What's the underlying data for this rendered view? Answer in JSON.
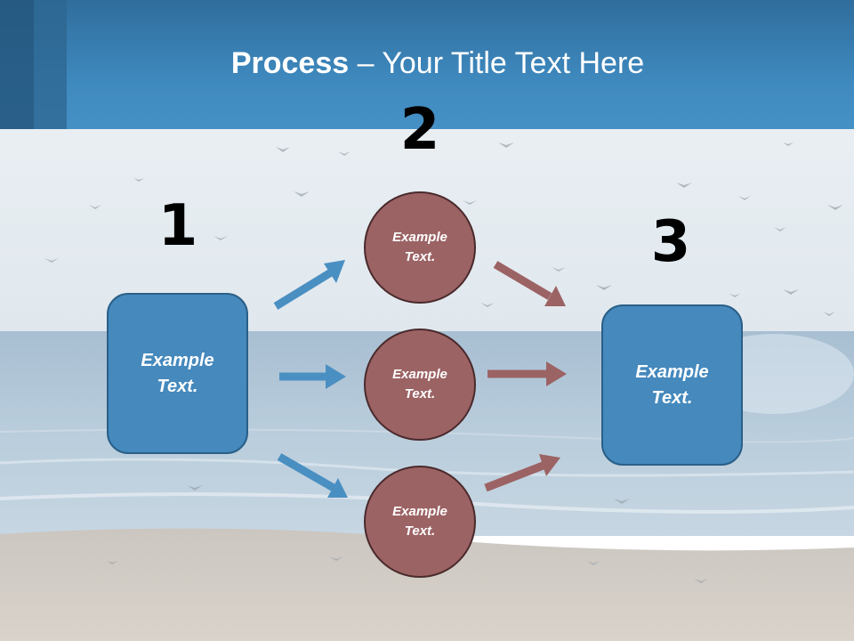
{
  "title": {
    "bold": "Process",
    "rest": " – Your Title Text Here"
  },
  "steps": [
    {
      "number": "1",
      "label": "Example Text."
    },
    {
      "number": "2",
      "items": [
        "Example Text.",
        "Example Text.",
        "Example Text."
      ]
    },
    {
      "number": "3",
      "label": "Example Text."
    }
  ],
  "colors": {
    "header": "#3e88bd",
    "box": "#4589bd",
    "circle": "#9c6364",
    "blue_arrow": "#4a8fc2",
    "red_arrow": "#9c6364"
  }
}
